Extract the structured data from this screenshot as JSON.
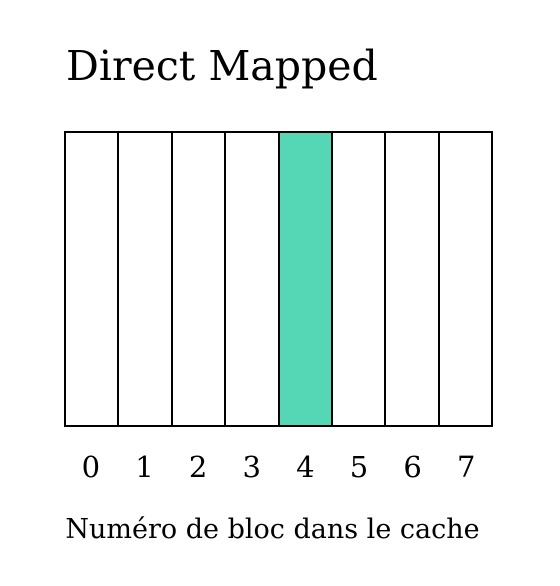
{
  "diagram": {
    "title": "Direct Mapped",
    "blocks": [
      {
        "label": "0",
        "highlighted": false
      },
      {
        "label": "1",
        "highlighted": false
      },
      {
        "label": "2",
        "highlighted": false
      },
      {
        "label": "3",
        "highlighted": false
      },
      {
        "label": "4",
        "highlighted": true
      },
      {
        "label": "5",
        "highlighted": false
      },
      {
        "label": "6",
        "highlighted": false
      },
      {
        "label": "7",
        "highlighted": false
      }
    ],
    "highlight_color": "#55d7b5",
    "caption": "Numéro de bloc dans le cache"
  }
}
